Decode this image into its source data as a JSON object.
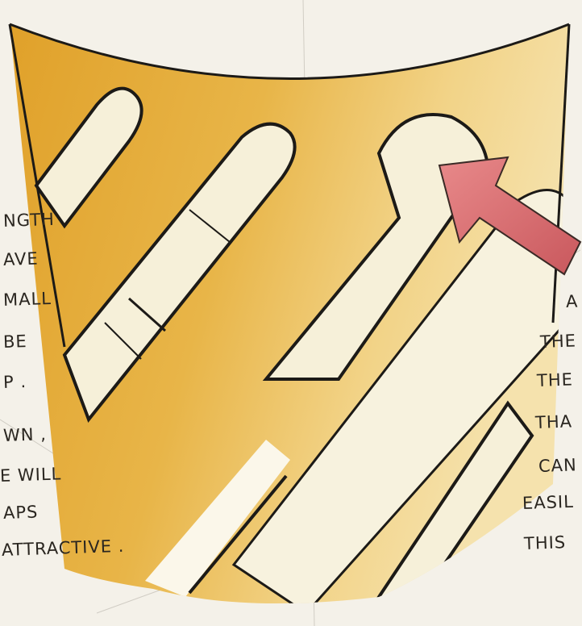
{
  "left_note": {
    "lines": [
      "NGTH",
      "AVE",
      "MALL",
      "BE",
      "P .",
      "WN ,",
      "E WILL",
      "APS",
      "ATTRACTIVE ."
    ]
  },
  "right_note": {
    "lines": [
      "A",
      "THE",
      "THE",
      "THA",
      "CAN",
      "EASIL",
      "THIS"
    ]
  },
  "colors": {
    "paper": "#f4f1e9",
    "ochre": "#e2a42a",
    "ochre_light": "#f0cf80",
    "cream": "#f7f2de",
    "ink": "#1c1a17",
    "arrow_red": "#d4666a"
  }
}
